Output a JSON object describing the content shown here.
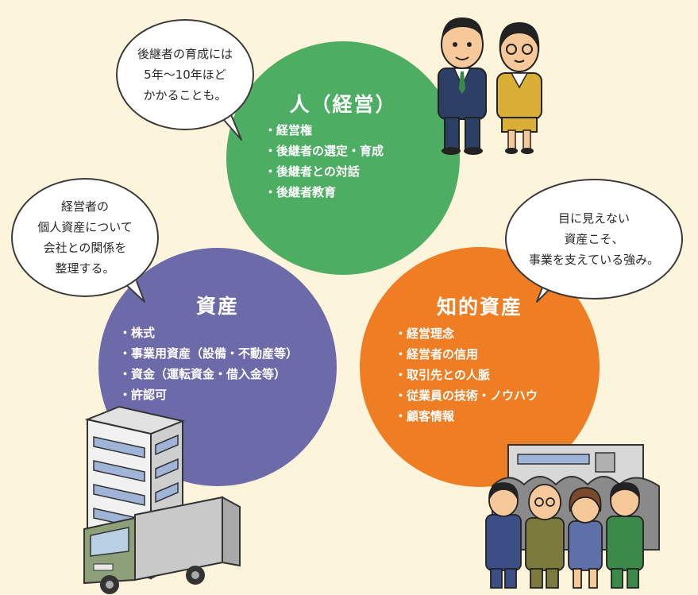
{
  "circles": {
    "person": {
      "title": "人（経営）",
      "items": [
        "経営権",
        "後継者の選定・育成",
        "後継者との対話",
        "後継者教育"
      ],
      "color": "#4dae63"
    },
    "asset": {
      "title": "資産",
      "items": [
        "株式",
        "事業用資産（設備・不動産等）",
        "資金（運転資金・借入金等）",
        "許認可"
      ],
      "color": "#6d6aaa"
    },
    "ip": {
      "title": "知的資産",
      "items": [
        "経営理念",
        "経営者の信用",
        "取引先との人脈",
        "従業員の技術・ノウハウ",
        "顧客情報"
      ],
      "color": "#ee7d23"
    }
  },
  "bubbles": {
    "person": [
      "後継者の育成には",
      "5年〜10年ほど",
      "かかることも。"
    ],
    "asset": [
      "経営者の",
      "個人資産について",
      "会社との関係を",
      "整理する。"
    ],
    "ip": [
      "目に見えない",
      "資産こそ、",
      "事業を支えている強み。"
    ]
  },
  "background_color": "#fdf4dc",
  "icons": [
    "business-couple-icon",
    "building-truck-icon",
    "factory-staff-icon"
  ]
}
